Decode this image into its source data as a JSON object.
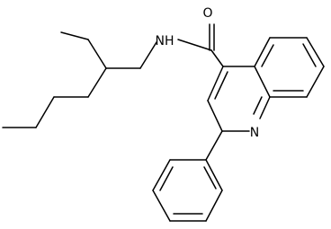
{
  "structure": {
    "atoms": {
      "oxygen": "O",
      "amide_nh": "NH",
      "ring_nitrogen": "N"
    },
    "colors": {
      "bond": "#000000",
      "label": "#000000",
      "background": "#ffffff"
    }
  }
}
